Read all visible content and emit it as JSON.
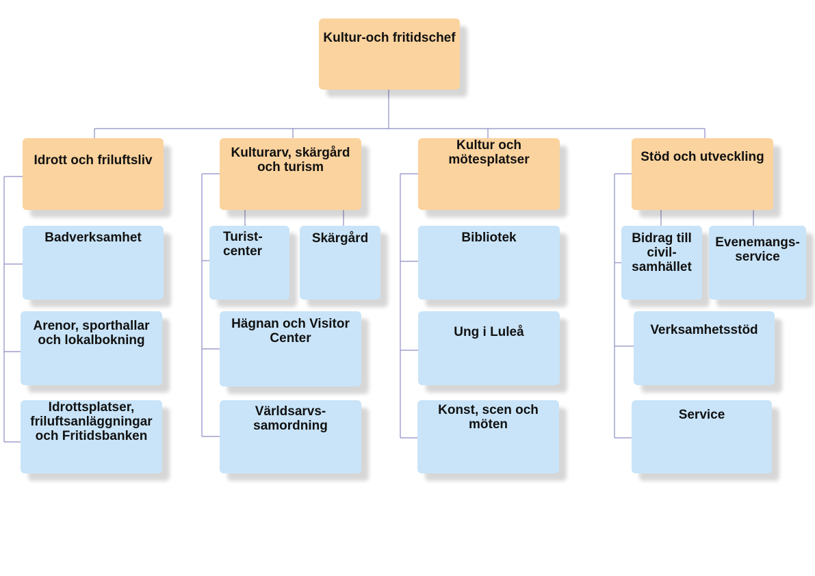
{
  "colors": {
    "manager_fill": "#fbd39e",
    "unit_fill": "#c9e4f8",
    "connector": "#8c8cc4"
  },
  "root": {
    "label": "Kultur-och fritidschef"
  },
  "departments": [
    {
      "label": "Idrott och friluftsliv",
      "units": [
        {
          "label": "Badverksamhet"
        },
        {
          "label": "Arenor, sporthallar och lokalbokning"
        },
        {
          "label": "Idrottsplatser, friluftsanläggningar och Fritidsbanken"
        }
      ]
    },
    {
      "label": "Kulturarv, skärgård och turism",
      "units": [
        {
          "label": "Turist-center"
        },
        {
          "label": "Skärgård"
        },
        {
          "label": "Hägnan och Visitor Center"
        },
        {
          "label": "Världsarvs-samordning"
        }
      ]
    },
    {
      "label": "Kultur och mötesplatser",
      "units": [
        {
          "label": "Bibliotek"
        },
        {
          "label": "Ung i Luleå"
        },
        {
          "label": "Konst, scen och möten"
        }
      ]
    },
    {
      "label": "Stöd och utveckling",
      "units": [
        {
          "label": "Bidrag till civil-samhället"
        },
        {
          "label": "Evenemangs-service"
        },
        {
          "label": "Verksamhetsstöd"
        },
        {
          "label": "Service"
        }
      ]
    }
  ]
}
